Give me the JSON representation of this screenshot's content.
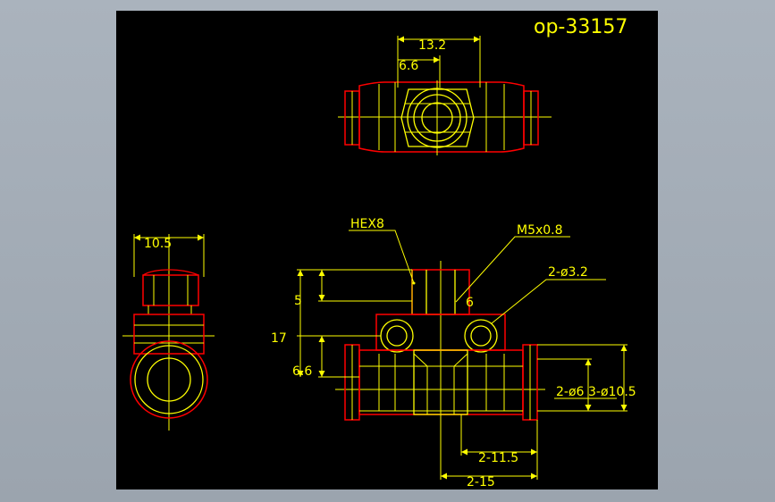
{
  "drawing": {
    "title": "op-33157",
    "colors": {
      "outline": "#ff0000",
      "dimension": "#ffff00",
      "background": "#000000",
      "frame": "#a3acb6"
    },
    "top_view": {
      "dim_total": "13.2",
      "dim_half": "6.6"
    },
    "side_view": {
      "dim_width": "10.5"
    },
    "front_view": {
      "label_hex": "HEX8",
      "label_thread": "M5x0.8",
      "label_holes": "2-ø3.2",
      "dim_5": "5",
      "dim_6": "6",
      "dim_17": "17",
      "dim_66": "6.6",
      "dim_tube": "2-ø6",
      "dim_body": "3-ø10.5",
      "dim_115": "2-11.5",
      "dim_15": "2-15"
    }
  }
}
